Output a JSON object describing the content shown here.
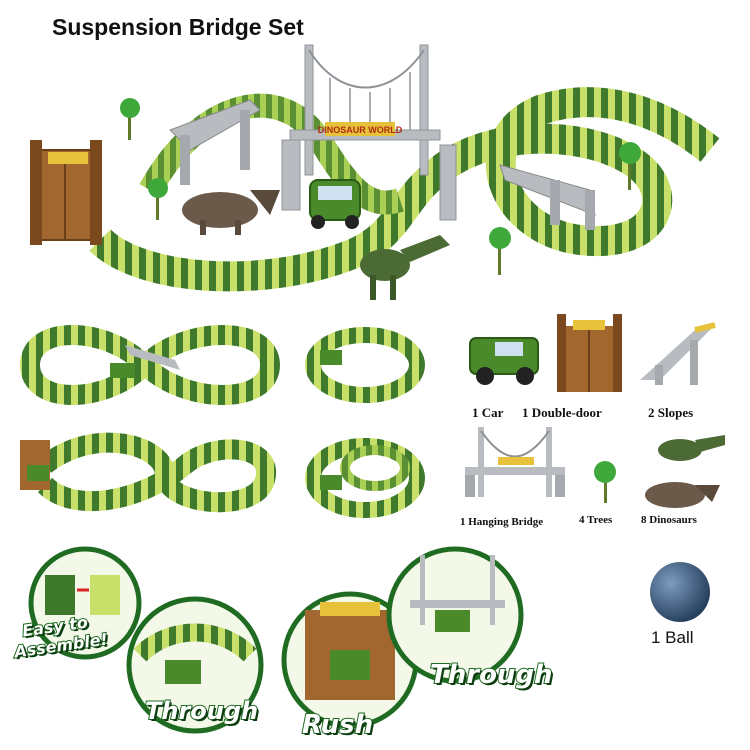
{
  "title": "Suspension Bridge Set",
  "sign_text": "DINOSAUR WORLD",
  "components": [
    {
      "label": "1 Car"
    },
    {
      "label": "1 Double-door"
    },
    {
      "label": "2 Slopes"
    },
    {
      "label": "1 Hanging Bridge"
    },
    {
      "label": "4 Trees"
    },
    {
      "label": "8 Dinosaurs"
    }
  ],
  "ball": {
    "label": "1 Ball"
  },
  "badges": {
    "assemble_line1": "Easy to",
    "assemble_line2": "Assemble!",
    "through_left": "Through",
    "rush": "Rush",
    "through_right": "Through"
  },
  "colors": {
    "track_light": "#c8e06a",
    "track_dark": "#3f7a2c",
    "gray_part": "#b8bcc0",
    "door_brown": "#a2672e",
    "ball_blue": "#3d5f86",
    "badge_green": "#1f6b22"
  }
}
